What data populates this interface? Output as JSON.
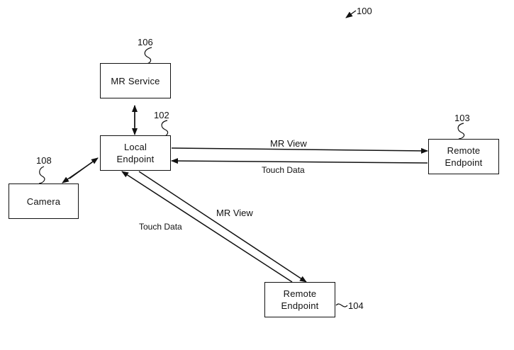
{
  "figure_ref": "100",
  "nodes": {
    "mr_service": {
      "line1": "MR Service",
      "ref": "106"
    },
    "local_endpoint": {
      "line1": "Local",
      "line2": "Endpoint",
      "ref": "102"
    },
    "camera": {
      "line1": "Camera",
      "ref": "108"
    },
    "remote_endpoint_103": {
      "line1": "Remote",
      "line2": "Endpoint",
      "ref": "103"
    },
    "remote_endpoint_104": {
      "line1": "Remote",
      "line2": "Endpoint",
      "ref": "104"
    }
  },
  "edges": {
    "mr_view_to_103": "MR View",
    "touch_data_from_103": "Touch Data",
    "mr_view_to_104": "MR View",
    "touch_data_from_104": "Touch Data"
  }
}
